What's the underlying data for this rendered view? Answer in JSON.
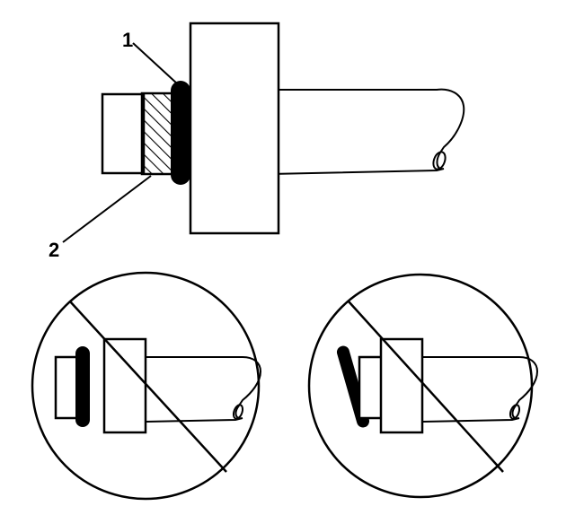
{
  "callouts": [
    {
      "label": "1",
      "part": "o-ring"
    },
    {
      "label": "2",
      "part": "backup-ring"
    }
  ],
  "panels": [
    {
      "id": "correct-installation",
      "status": "correct"
    },
    {
      "id": "incorrect-no-backup-ring",
      "status": "incorrect"
    },
    {
      "id": "incorrect-twisted-o-ring",
      "status": "incorrect"
    }
  ],
  "colors": {
    "ink": "#000000",
    "paper": "#ffffff"
  }
}
